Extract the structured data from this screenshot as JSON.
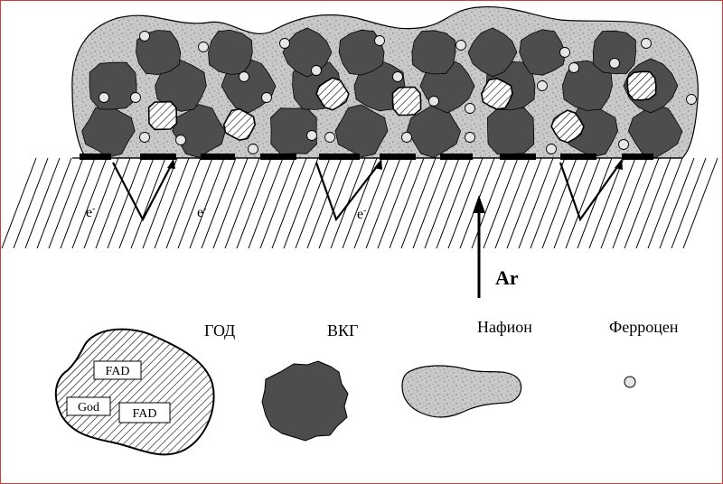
{
  "labels": {
    "e1": "e",
    "e2": "e",
    "e3": "e",
    "electron_sup": "-",
    "ar": "Ar",
    "god": "ГОД",
    "vkg": "ВКГ",
    "nafion": "Нафион",
    "ferrocene": "Ферроцен",
    "fad_top": "FAD",
    "fad_bottom": "FAD",
    "god_inner": "God"
  },
  "colors": {
    "graphite": "#4d4d4d",
    "nafion_fill": "#c9c9c9",
    "ferrocene_fill": "#e6e6e6",
    "frame": "#d43a3a",
    "line": "#000000"
  }
}
